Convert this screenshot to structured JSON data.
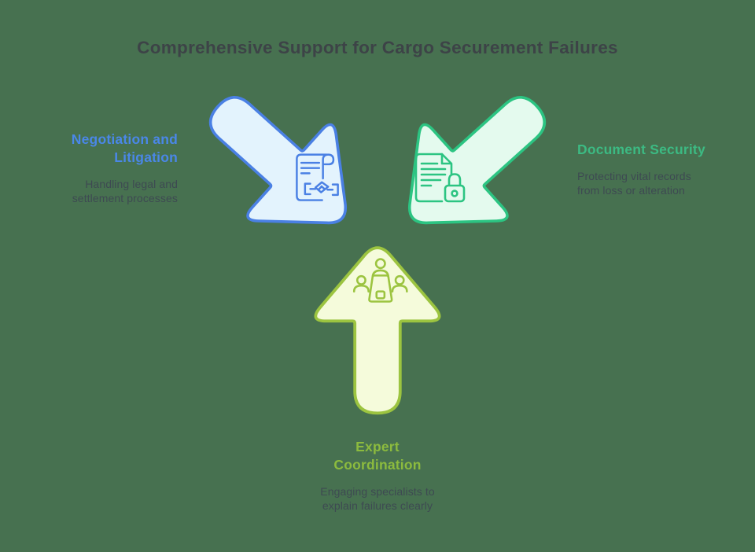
{
  "title": "Comprehensive Support for Cargo Securement Failures",
  "colors": {
    "background": "#477150",
    "title_text": "#3D4347",
    "body_text": "#3E4A52"
  },
  "items": [
    {
      "id": "negotiation-litigation",
      "heading": "Negotiation and Litigation",
      "heading_lines": [
        "Negotiation and",
        "Litigation"
      ],
      "description": "Handling legal and settlement processes",
      "description_lines": [
        "Handling legal and",
        "settlement processes"
      ],
      "accent_color": "#4A87E8",
      "arrow_fill": "#E3F3FD",
      "arrow_stroke": "#4A80E4",
      "icon": "contract-handshake-icon",
      "arrow_direction": "points-to-lower-right"
    },
    {
      "id": "document-security",
      "heading": "Document Security",
      "heading_lines": [
        "Document Security"
      ],
      "description": "Protecting vital records from loss or alteration",
      "description_lines": [
        "Protecting vital records",
        "from loss or alteration"
      ],
      "accent_color": "#3CBA83",
      "arrow_fill": "#E4FAEE",
      "arrow_stroke": "#2CC482",
      "icon": "document-lock-icon",
      "arrow_direction": "points-to-lower-left"
    },
    {
      "id": "expert-coordination",
      "heading": "Expert Coordination",
      "heading_lines": [
        "Expert",
        "Coordination"
      ],
      "description": "Engaging specialists to explain failures clearly",
      "description_lines": [
        "Engaging specialists to",
        "explain failures clearly"
      ],
      "accent_color": "#8CBB3E",
      "arrow_fill": "#F5FBDB",
      "arrow_stroke": "#9CC440",
      "icon": "meeting-icon",
      "arrow_direction": "points-up"
    }
  ]
}
